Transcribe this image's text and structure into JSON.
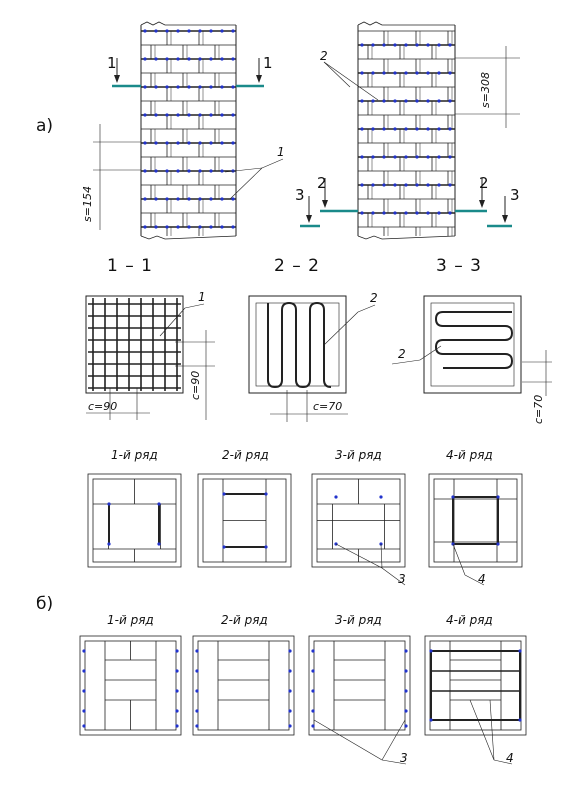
{
  "parts": {
    "a": "а)",
    "b": "б)"
  },
  "sections": {
    "s1_left": "1",
    "s1_right": "1",
    "s2_left": "2",
    "s2_right": "2",
    "s3_left": "3",
    "s3_right": "3",
    "title_1": "1 – 1",
    "title_2": "2 – 2",
    "title_3": "3 – 3"
  },
  "callouts": {
    "mesh_top": "1",
    "mesh_wall": "1",
    "zigzag_top": "2",
    "zigzag_wall": "2",
    "zigzag_plan2": "2",
    "zigzag_plan3": "2",
    "bar_a": "3",
    "bar_b": "3",
    "frame_a": "4",
    "frame_b": "4"
  },
  "dimensions": {
    "s1": "s=154",
    "s2": "s=308",
    "c_mesh_h": "c=90",
    "c_mesh_v": "c=90",
    "c_zig2": "c=70",
    "c_zig3": "c=70"
  },
  "rows_a": [
    "1-й ряд",
    "2-й ряд",
    "3-й ряд",
    "4-й ряд"
  ],
  "rows_b": [
    "1-й ряд",
    "2-й ряд",
    "3-й ряд",
    "4-й ряд"
  ],
  "colors": {
    "line": "#222222",
    "section_marker": "#1a8a8a",
    "rebar_dot": "#2233cc"
  }
}
